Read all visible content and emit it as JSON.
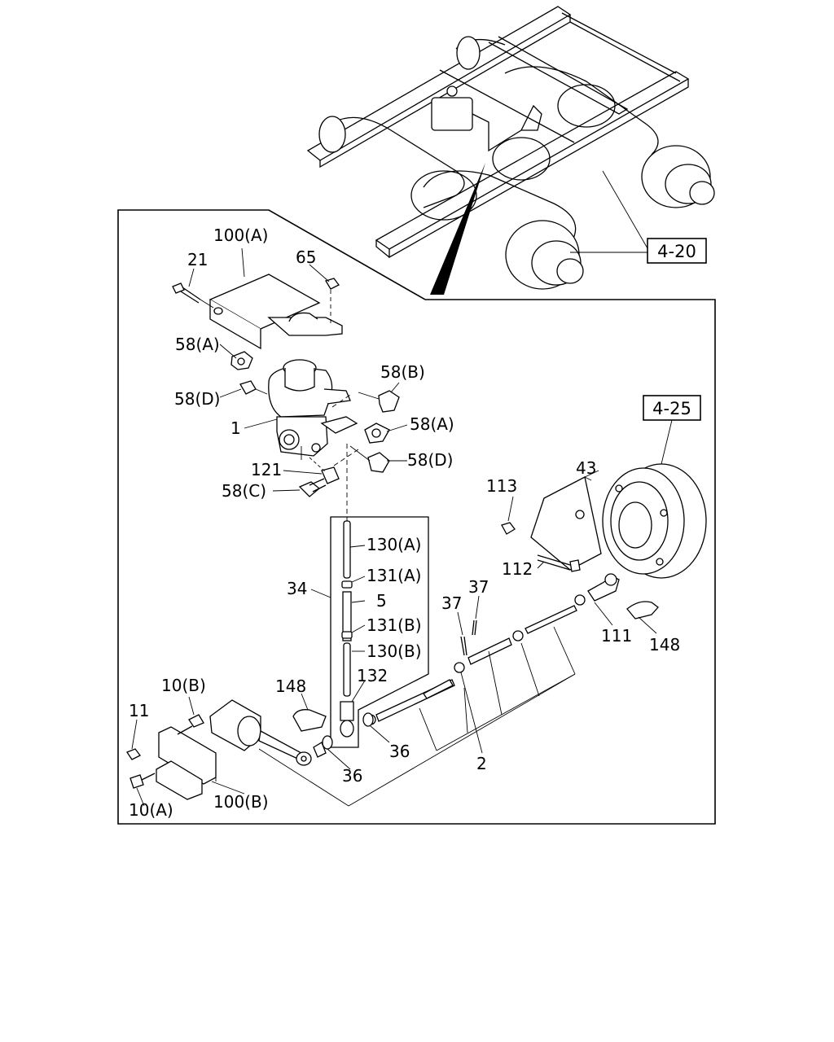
{
  "diagram": {
    "references": {
      "ref_4_20": "4-20",
      "ref_4_25": "4-25"
    },
    "callouts": {
      "c100A": "100(A)",
      "c21": "21",
      "c65": "65",
      "c58A_1": "58(A)",
      "c58D_1": "58(D)",
      "c58B": "58(B)",
      "c1": "1",
      "c58A_2": "58(A)",
      "c58D_2": "58(D)",
      "c121": "121",
      "c58C": "58(C)",
      "c130A": "130(A)",
      "c131A": "131(A)",
      "c34": "34",
      "c5": "5",
      "c131B": "131(B)",
      "c130B": "130(B)",
      "c132": "132",
      "c148_1": "148",
      "c10B": "10(B)",
      "c11": "11",
      "c36_1": "36",
      "c36_2": "36",
      "c10A": "10(A)",
      "c100B": "100(B)",
      "c2": "2",
      "c37_1": "37",
      "c37_2": "37",
      "c113": "113",
      "c43": "43",
      "c112": "112",
      "c111": "111",
      "c148_2": "148"
    }
  }
}
